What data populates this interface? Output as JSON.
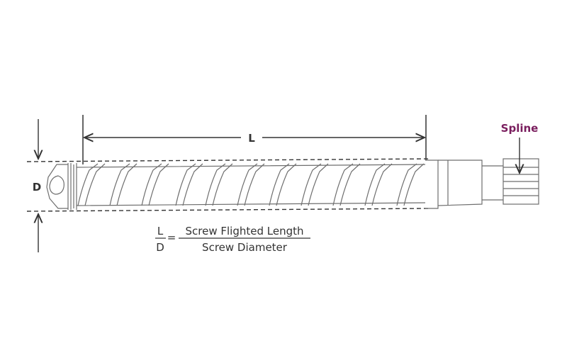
{
  "labels": {
    "length": "L",
    "diameter": "D",
    "spline": "Spline",
    "ratio_numerator": "L",
    "ratio_denominator": "D",
    "equals": "=",
    "formula_numerator": "Screw Flighted Length",
    "formula_denominator": "Screw Diameter"
  },
  "colors": {
    "line": "#333333",
    "screw": "#6e6e6e",
    "accent": "#7a1e5e"
  }
}
